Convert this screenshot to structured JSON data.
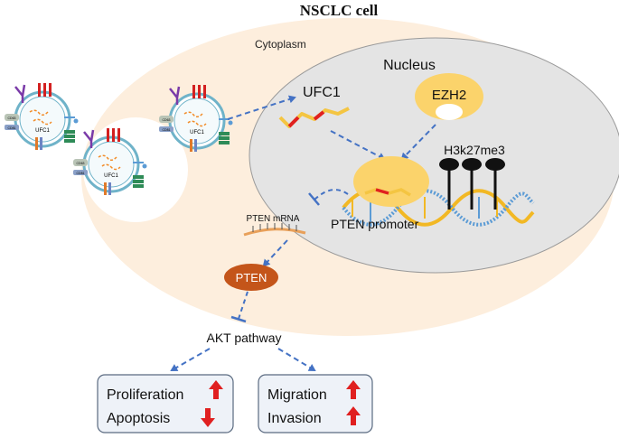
{
  "title": "NSCLC cell",
  "compartments": {
    "cytoplasm": "Cytoplasm",
    "nucleus": "Nucleus"
  },
  "molecules": {
    "ufc1": "UFC1",
    "ezh2": "EZH2",
    "h3k27me3": "H3k27me3",
    "pten_promoter": "PTEN promoter",
    "pten_mrna": "PTEN mRNA",
    "pten": "PTEN",
    "akt": "AKT pathway"
  },
  "exosome": {
    "cargo_label": "UFC1",
    "marker_a": "CD63",
    "marker_b": "CD81"
  },
  "outcomes": {
    "left": {
      "line1": "Proliferation",
      "line1_trend": "up",
      "line2": "Apoptosis",
      "line2_trend": "down"
    },
    "right": {
      "line1": "Migration",
      "line1_trend": "up",
      "line2": "Invasion",
      "line2_trend": "up"
    }
  },
  "colors": {
    "cytoplasm": "#fdeedd",
    "nucleus": "#e4e4e4",
    "nucleus_border": "#9a9a9a",
    "ezh2": "#fbd36b",
    "pten_protein": "#c4551a",
    "arrow": "#4472c4",
    "trend_arrow": "#e02020",
    "dna_strand_a": "#f2b824",
    "dna_strand_b": "#5b9bd5",
    "outcome_box": "#eef2f8",
    "outcome_border": "#5a6a80"
  }
}
